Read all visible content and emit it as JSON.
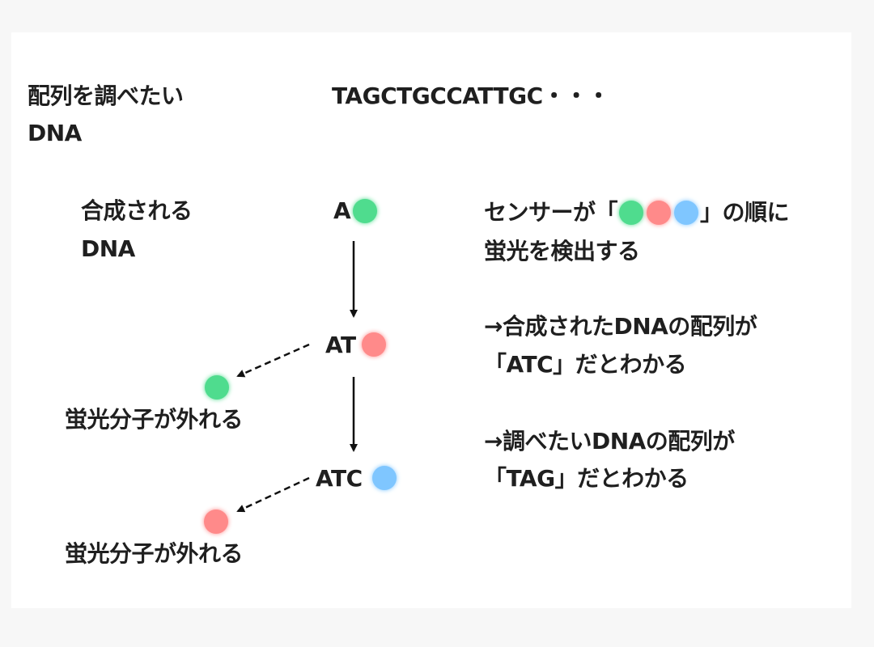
{
  "colors": {
    "green": "#4fdc8e",
    "red": "#ff8a8a",
    "blue": "#7fc6ff"
  },
  "target": {
    "label_line1": "配列を調べたい",
    "label_line2": "DNA",
    "sequence": "TAGCTGCCATTGC・・・"
  },
  "synth": {
    "label_line1": "合成される",
    "label_line2": "DNA",
    "steps": [
      {
        "text": "A",
        "dot_color": "green"
      },
      {
        "text": "AT",
        "dot_color": "red"
      },
      {
        "text": "ATC",
        "dot_color": "blue"
      }
    ]
  },
  "released": [
    {
      "text": "蛍光分子が外れる",
      "dot_color": "green"
    },
    {
      "text": "蛍光分子が外れる",
      "dot_color": "red"
    }
  ],
  "explanation": {
    "sensor_before": "センサーが「",
    "sensor_after": "」の順に",
    "sensor_line2": "蛍光を検出する",
    "result1_line1": "→合成されたDNAの配列が",
    "result1_line2": "「ATC」だとわかる",
    "result2_line1": "→調べたいDNAの配列が",
    "result2_line2": "「TAG」だとわかる"
  }
}
